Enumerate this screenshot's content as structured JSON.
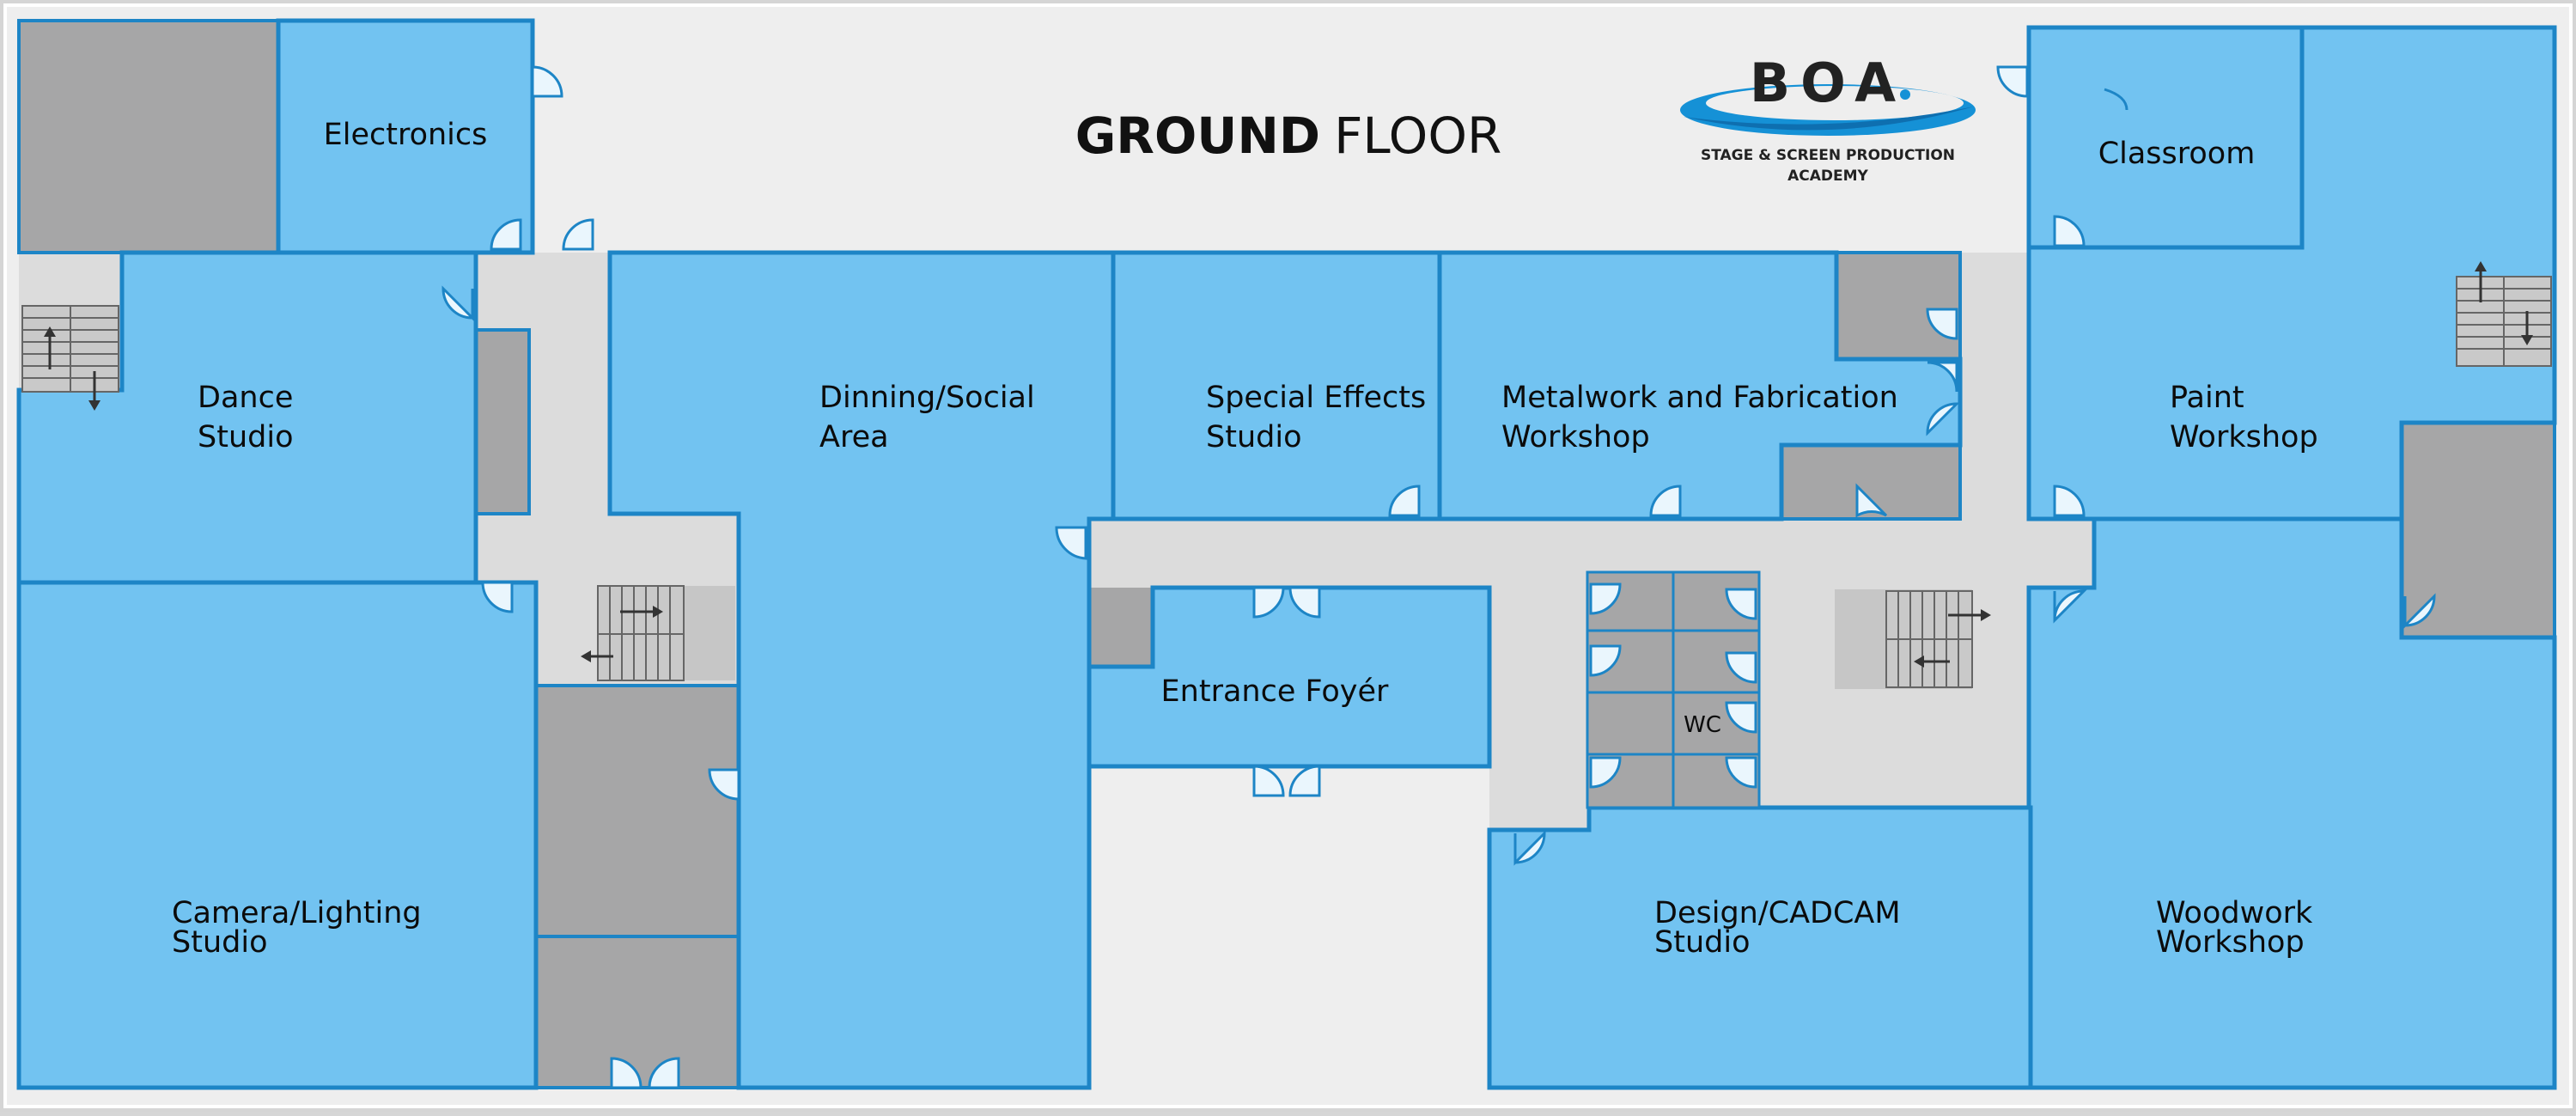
{
  "colors": {
    "room_fill": "#72c3f1",
    "room_stroke": "#1d85c6",
    "corridor": "#dcdcdc",
    "service": "#a6a6a7",
    "background": "#eeeeee",
    "stair_fill": "#c6c6c6",
    "logo_blue": "#1591d6"
  },
  "title": {
    "bold": "GROUND",
    "light": "FLOOR"
  },
  "logo": {
    "mark": "BOA",
    "line1": "STAGE & SCREEN PRODUCTION",
    "line2": "ACADEMY"
  },
  "rooms": {
    "electronics": [
      "Electronics"
    ],
    "classroom": [
      "Classroom"
    ],
    "dance": [
      "Dance",
      "Studio"
    ],
    "dining": [
      "Dinning/Social",
      "Area"
    ],
    "sfx": [
      "Special Effects",
      "Studio"
    ],
    "metal": [
      "Metalwork and Fabrication",
      "Workshop"
    ],
    "paint": [
      "Paint",
      "Workshop"
    ],
    "foyer": [
      "Entrance Foyér"
    ],
    "wc": [
      "WC"
    ],
    "camera": [
      "Camera/Lighting",
      "Studio"
    ],
    "design": [
      "Design/CADCAM",
      "Studio"
    ],
    "woodwork": [
      "Woodwork",
      "Workshop"
    ]
  },
  "icons": [
    "door-icon",
    "stairs-icon",
    "arrow-icon"
  ]
}
